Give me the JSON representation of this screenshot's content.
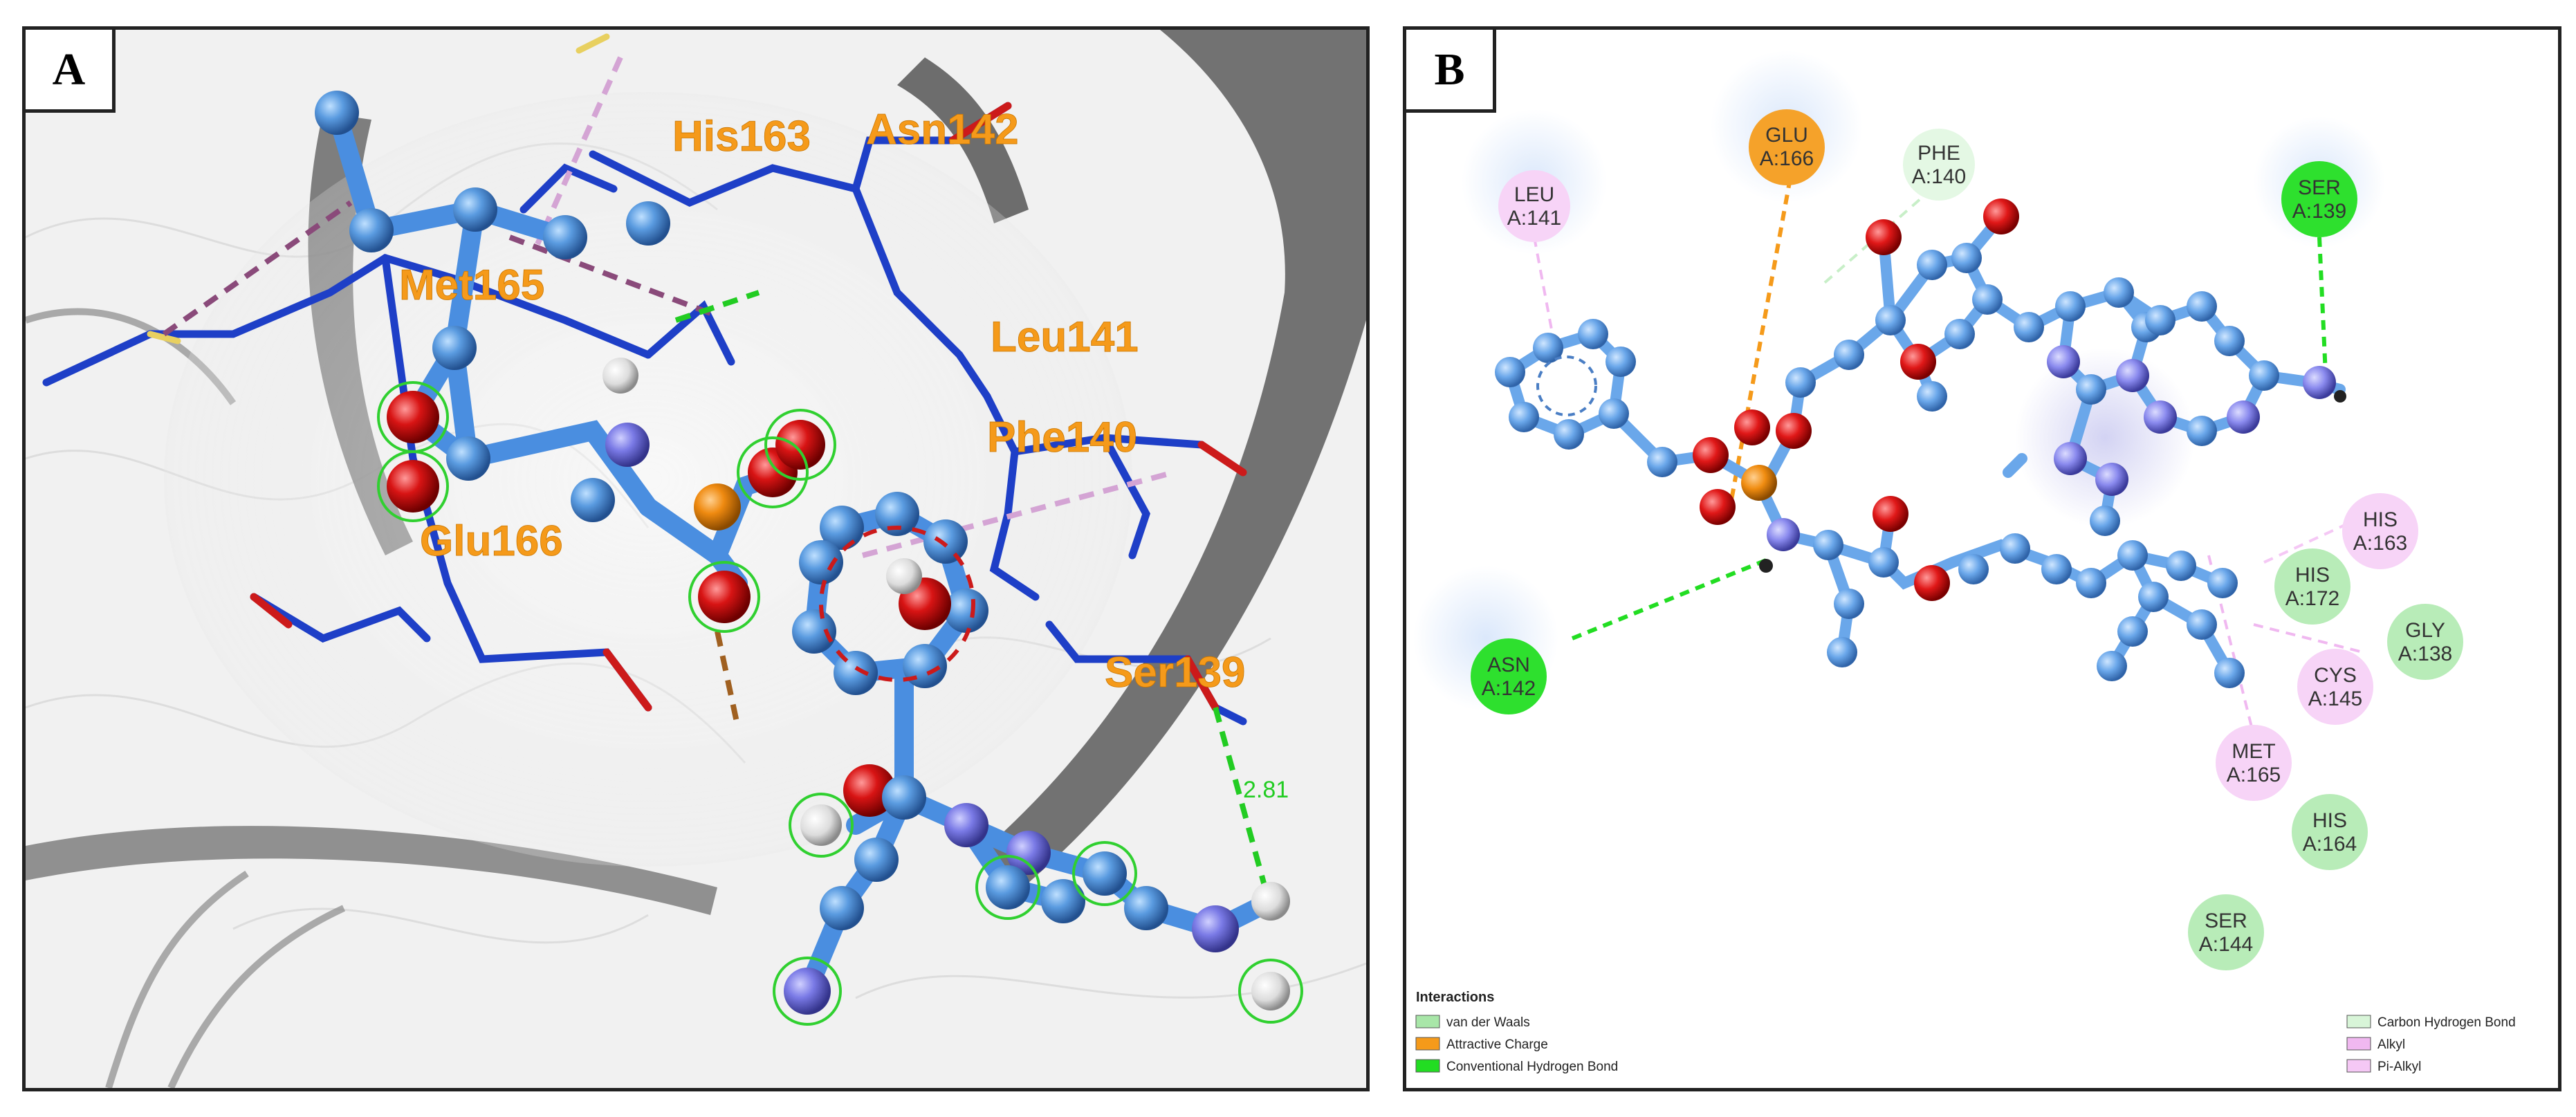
{
  "panel_a": {
    "letter": "A",
    "residues": [
      "His163",
      "Asn142",
      "Met165",
      "Leu141",
      "Phe140",
      "Glu166",
      "Ser139"
    ],
    "distance": "2.81"
  },
  "panel_b": {
    "letter": "B",
    "residues": [
      {
        "name": "LEU",
        "chain": "A:141",
        "type": "alkyl"
      },
      {
        "name": "GLU",
        "chain": "A:166",
        "type": "attractive_charge"
      },
      {
        "name": "PHE",
        "chain": "A:140",
        "type": "carbon_hydrogen"
      },
      {
        "name": "SER",
        "chain": "A:139",
        "type": "conventional_hbond"
      },
      {
        "name": "HIS",
        "chain": "A:163",
        "type": "alkyl"
      },
      {
        "name": "HIS",
        "chain": "A:172",
        "type": "vdw"
      },
      {
        "name": "GLY",
        "chain": "A:138",
        "type": "vdw"
      },
      {
        "name": "CYS",
        "chain": "A:145",
        "type": "alkyl"
      },
      {
        "name": "ASN",
        "chain": "A:142",
        "type": "conventional_hbond"
      },
      {
        "name": "MET",
        "chain": "A:165",
        "type": "alkyl"
      },
      {
        "name": "HIS",
        "chain": "A:164",
        "type": "vdw"
      },
      {
        "name": "SER",
        "chain": "A:144",
        "type": "vdw"
      }
    ],
    "legend": {
      "title": "Interactions",
      "items": [
        {
          "label": "van der Waals",
          "color": "#a8e6a8"
        },
        {
          "label": "Attractive Charge",
          "color": "#f59a1a"
        },
        {
          "label": "Conventional Hydrogen Bond",
          "color": "#22dd22"
        },
        {
          "label": "Carbon Hydrogen Bond",
          "color": "#d8f5d8"
        },
        {
          "label": "Alkyl",
          "color": "#f0b8f0"
        },
        {
          "label": "Pi-Alkyl",
          "color": "#f5c8f5"
        }
      ]
    }
  }
}
